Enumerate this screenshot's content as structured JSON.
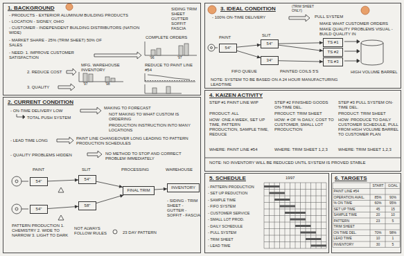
{
  "diagram": {
    "nodes": [
      {
        "text": [
          "1. BACKGROUND",
          "- PRODUCTS - EXTERIOR ALUMINUM BUILDING PRODUCTS",
          "- LOCATION - SIDNEY, OHIO",
          "- CUSTOMER - INDEPENDENT BUILDING DISTRIBUTORS (NATION WIDE)",
          "SIDING TRIM SHEET GUTTER SOFFIT FASCIA",
          "- MARKET SHARE - 25% (TRIM SHEET) 50% OF SALES",
          "- NEED: 1. IMPROVE CUSTOMER SATISFACTION",
          "2. REDUCE COST",
          "3. QUALITY",
          "COMPLETE ORDERS",
          "MFG. WAREHOUSE INVENTORY",
          "REDUCE TO PAINT LINE #54"
        ]
      },
      {
        "text": [
          "2. CURRENT CONDITION",
          "- ON-TIME DELIVERY LOW",
          "TOTAL PUSH SYSTEM",
          "MAKING TO FORECAST",
          "NOT MAKING TO WHAT CUSTOM IS ORDERING",
          "PRODUCTION INSTRUCTION INTO MANY LOCATIONS",
          "- LEAD TIME LONG",
          "PAINT LINE CHANGEOVER LONG LEADING TO PATTERN PRODUCTION SCHEDULES",
          "- QUALITY PROBLEMS HIDDEN",
          "NO METHOD TO STOP AND CORRECT PROBLEM IMMEDIATELY",
          "PAINT",
          "SLIT",
          "PROCESSING",
          "WAREHOUSE",
          "- SIDING - TRIM SHEET - GUTTER - SOFFIT - FASCIA",
          "PATTERN PRODUCTION 1. CHEMISTRY 2. WIDE TO NARROW 3. LIGHT TO DARK",
          "NOT ALWAYS FOLLOW RULES",
          "23 DAY PATTERN"
        ]
      },
      {
        "text": [
          "54\""
        ],
        "in": 1
      },
      {
        "text": [
          "54\""
        ],
        "in": 1
      },
      {
        "text": [
          "54\""
        ],
        "in": 1
      },
      {
        "text": [
          "58\""
        ],
        "in": 1
      },
      {
        "text": [
          "FINAL TRIM"
        ],
        "in": 1
      },
      {
        "text": [
          "INVENTORY"
        ],
        "in": 1
      },
      {
        "text": [
          "3. IDEAL CONDITION",
          "(TRIM SHEET ONLY)",
          "- 100% ON-TIME DELIVERY",
          "PULL SYSTEM",
          "MAKE WHAT CUSTOMER ORDERS",
          "MAKE QUALITY PROBLEMS VISUAL - BUILD QUALITY IN",
          "PAINT",
          "SLIT",
          "FIFO QUEUE",
          "PAINTED COILS 5'S",
          "HIGH VOLUME BARREL",
          "NOTE: SYSTEM TO BE BASED ON A 24 HOUR MANUFACTURING LEADTIME"
        ]
      },
      {
        "text": [
          "54\""
        ],
        "in": 8
      },
      {
        "text": [
          "54\""
        ],
        "in": 8
      },
      {
        "text": [
          "34\""
        ],
        "in": 8
      },
      {
        "text": [
          "TS #1"
        ],
        "in": 8
      },
      {
        "text": [
          "TS #2"
        ],
        "in": 8
      },
      {
        "text": [
          "TS #3"
        ],
        "in": 8
      },
      {
        "text": [
          "4. KAIZEN ACTIVITY",
          "STEP #1 PAINT LINE WIP",
          "PRODUCT: ALL",
          "HOW: ONE A WEEK, SET UP TIME, PATTERN PRODUCTION, SAMPLE TIME, REDUCE",
          "WHERE: PAINT LINE #54",
          "STEP #2 FINISHED GOODS ON-TIME DEL.",
          "PRODUCT: TRIM SHEET",
          "HOW: # OF % DAILY, COST TO CUSTOMER, SMALL LOT PRODUCTION",
          "WHERE: TRIM SHEET 1,2,3",
          "STEP #3 PULL SYSTEM ON-TIME DEL.",
          "PRODUCT: TRIM SHEET",
          "HOW: PRODUCE TO DAILY CUSTOMER SCHEDULE, PULL FROM HIGH VOLUME BARREL TO CUSTOMER PLAN",
          "WHERE: TRIM SHEET 1,2,3",
          "NOTE: NO INVENTORY WILL BE REDUCED UNTIL SYSTEM IS PROVED STABLE"
        ]
      },
      {
        "text": [
          "5. SCHEDULE",
          "1997",
          "- PATTERN PRODUCTION",
          "- SET UP REDUCTION",
          "- SAMPLE TIME",
          "- FIFO SYSTEM",
          "- CUSTOMER SERVICE",
          "- SMALL LOT PROD.",
          "- DAILY SCHEDULE",
          "- PULL SYSTEM",
          "- TRIM SHEET",
          "- LEAD TIME"
        ]
      },
      {
        "text": [
          "6. TARGETS"
        ]
      }
    ],
    "edges": [
      {
        "from": 2,
        "to": 4,
        "arrow": "to"
      },
      {
        "from": 3,
        "to": 5,
        "arrow": "to"
      },
      {
        "from": 4,
        "to": 6,
        "arrow": "to"
      },
      {
        "from": 5,
        "to": 6,
        "arrow": "to"
      },
      {
        "from": 6,
        "to": 7,
        "arrow": "to"
      },
      {
        "from": 9,
        "to": 10,
        "arrow": "to"
      },
      {
        "from": 9,
        "to": 11,
        "arrow": "to"
      },
      {
        "from": 10,
        "to": 12,
        "arrow": "to"
      },
      {
        "from": 10,
        "to": 13,
        "arrow": "to"
      },
      {
        "from": 11,
        "to": 14,
        "arrow": "to"
      }
    ],
    "labels": [
      "'96",
      "'97",
      "'97",
      "'98",
      "START",
      "GOAL",
      "PAINT LINE #54",
      "OPERATION AVAIL.",
      "85%",
      "90%",
      "% ON TIME",
      "60%",
      "95%",
      "SET UP TIME",
      "45",
      "15",
      "SAMPLE TIME",
      "20",
      "10",
      "PATTERN",
      "23",
      "5",
      "TRIM SHEET",
      "ON TIME DEL.",
      "70%",
      "98%",
      "LEAD TIME",
      "10",
      "1",
      "INVENTORY",
      "30",
      "5"
    ]
  }
}
